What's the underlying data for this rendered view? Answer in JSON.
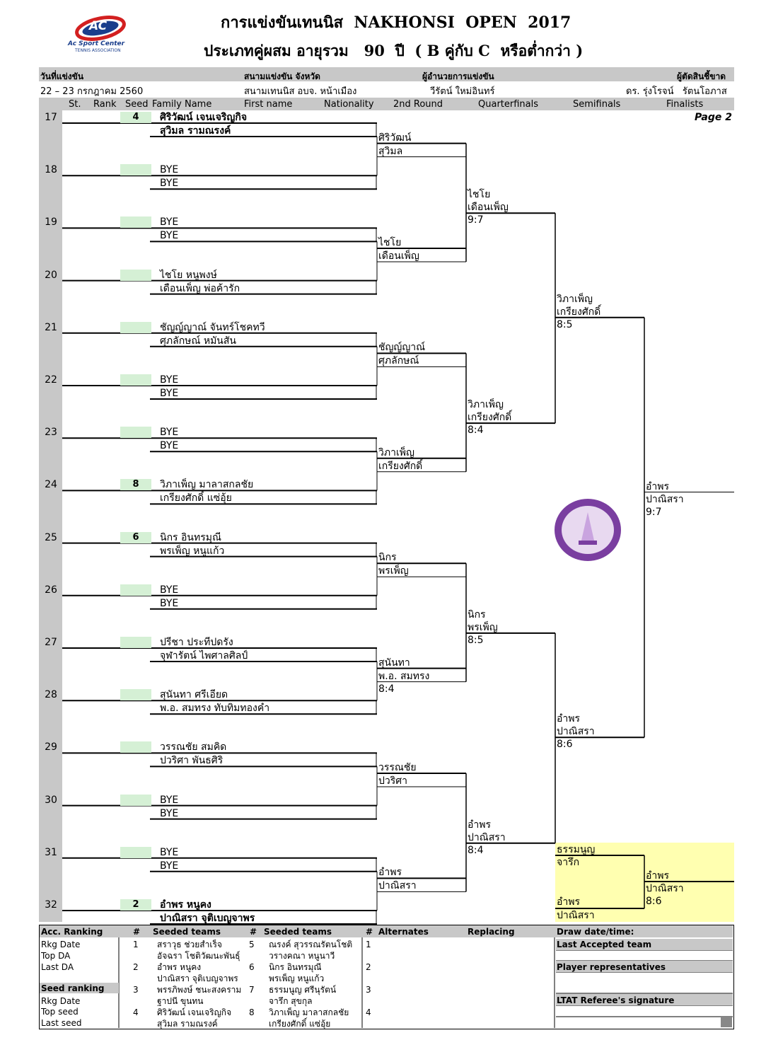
{
  "logo": {
    "mark": "AC",
    "name": "Ac Sport Center",
    "sub": "TENNIS ASSOCIATION"
  },
  "title": {
    "line1": "การแข่งขันเทนนิส  NAKHONSI  OPEN  2017",
    "line2": "ประเภทคู่ผสม อายุรวม   90  ปี  ( B คู่กับ C  หรือต่ำกว่า )"
  },
  "info": {
    "date_label": "วันที่แข่งขัน",
    "date_value": "22 – 23  กรกฎาคม  2560",
    "venue_label": "สนามแข่งขัน จังหวัด",
    "venue_value": "สนามเทนนิส อบจ. หน้าเมือง",
    "director_label": "ผู้อำนวยการแข่งขัน",
    "director_value": "วีรัตน์  ใหม่อินทร์",
    "referee_label": "ผู้ตัดสินชี้ขาด",
    "referee_value": "ดร. รุ่งโรจน์   รัตนโอภาส"
  },
  "columns": {
    "st": "St.",
    "rank": "Rank",
    "seed": "Seed",
    "family": "Family Name",
    "first": "First name",
    "nationality": "Nationality",
    "round2": "2nd Round",
    "qf": "Quarterfinals",
    "sf": "Semifinals",
    "final": "Finalists"
  },
  "page_label": "Page 2",
  "draw": [
    {
      "n": "17",
      "seed": "4",
      "p1": "ศิริวัฒน์  เจนเจริญกิจ",
      "p2": "สุวิมล  รามณรงค์",
      "bold": true
    },
    {
      "n": "18",
      "seed": "",
      "p1": "BYE",
      "p2": "BYE"
    },
    {
      "n": "19",
      "seed": "",
      "p1": "BYE",
      "p2": "BYE"
    },
    {
      "n": "20",
      "seed": "",
      "p1": "ไชโย  หนูพงษ์",
      "p2": "เดือนเพ็ญ  พ่อค้ารัก"
    },
    {
      "n": "21",
      "seed": "",
      "p1": "ชัญญ์ญาณ์   จันทร์โชคทวี",
      "p2": "ศุภลักษณ์  หมันสัน"
    },
    {
      "n": "22",
      "seed": "",
      "p1": "BYE",
      "p2": "BYE"
    },
    {
      "n": "23",
      "seed": "",
      "p1": "BYE",
      "p2": "BYE"
    },
    {
      "n": "24",
      "seed": "8",
      "p1": "วิภาเพ็ญ  มาลาสกลชัย",
      "p2": "เกรียงศักดิ์  แซ่อุ้ย"
    },
    {
      "n": "25",
      "seed": "6",
      "p1": "นิกร   อินทรมุณี",
      "p2": "พรเพ็ญ  หนูแก้ว"
    },
    {
      "n": "26",
      "seed": "",
      "p1": "BYE",
      "p2": "BYE"
    },
    {
      "n": "27",
      "seed": "",
      "p1": "ปรีชา  ประทีปดรัง",
      "p2": "จุฬารัตน์  ไพศาลศิลป์"
    },
    {
      "n": "28",
      "seed": "",
      "p1": "สุนันทา   ศรีเอียด",
      "p2": "พ.อ. สมทรง  ทับทิมทองคำ"
    },
    {
      "n": "29",
      "seed": "",
      "p1": "วรรณชัย  สมคิด",
      "p2": "ปวริศา  พันธศิริ"
    },
    {
      "n": "30",
      "seed": "",
      "p1": "BYE",
      "p2": "BYE"
    },
    {
      "n": "31",
      "seed": "",
      "p1": "BYE",
      "p2": "BYE"
    },
    {
      "n": "32",
      "seed": "2",
      "p1": "อำพร  หนูคง",
      "p2": "ปาณิสรา  จุติเบญจาพร",
      "bold": true
    }
  ],
  "round2": [
    {
      "a": "ศิริวัฒน์",
      "b": "สุวิมล",
      "score": ""
    },
    {
      "a": "ไชโย",
      "b": "เดือนเพ็ญ",
      "score": ""
    },
    {
      "a": "ชัญญ์ญาณ์",
      "b": "ศุภลักษณ์",
      "score": ""
    },
    {
      "a": "วิภาเพ็ญ",
      "b": "เกรียงศักดิ์",
      "score": ""
    },
    {
      "a": "นิกร",
      "b": "พรเพ็ญ",
      "score": ""
    },
    {
      "a": "สุนันทา",
      "b": "พ.อ. สมทรง",
      "score": "8:4"
    },
    {
      "a": "วรรณชัย",
      "b": "ปวริศา",
      "score": ""
    },
    {
      "a": "อำพร",
      "b": "ปาณิสรา",
      "score": ""
    }
  ],
  "quarter": [
    {
      "a": "ไชโย",
      "b": "เดือนเพ็ญ",
      "score": "9:7"
    },
    {
      "a": "วิภาเพ็ญ",
      "b": "เกรียงศักดิ์",
      "score": "8:4"
    },
    {
      "a": "นิกร",
      "b": "พรเพ็ญ",
      "score": "8:5"
    },
    {
      "a": "อำพร",
      "b": "ปาณิสรา",
      "score": "8:4"
    }
  ],
  "semi": [
    {
      "a": "วิภาเพ็ญ",
      "b": "เกรียงศักดิ์",
      "score": "8:5"
    },
    {
      "a": "อำพร",
      "b": "ปาณิสรา",
      "score": "8:6"
    }
  ],
  "final": {
    "a": "อำพร",
    "b": "ปาณิสรา",
    "score": "9:7"
  },
  "third_place": {
    "t1a": "ธรรมนูญ",
    "t1b": "จารึก",
    "t2a": "อำพร",
    "t2b": "ปาณิสรา",
    "wa": "อำพร",
    "wb": "ปาณิสรา",
    "score": "8:6"
  },
  "footer": {
    "acc_ranking": "Acc. Ranking",
    "rkg_date": "Rkg Date",
    "top_da": "Top DA",
    "last_da": "Last DA",
    "seed_ranking": "Seed ranking",
    "rkg_date2": "Rkg Date",
    "top_seed": "Top seed",
    "last_seed": "Last seed",
    "hash": "#",
    "seeded_teams": "Seeded teams",
    "alternates": "Alternates",
    "replacing": "Replacing",
    "seeds": [
      {
        "no": "1",
        "a": "สราวุธ  ช่วยสำเร็จ",
        "b": "อัจฉรา  โชติวัฒนะพันธุ์"
      },
      {
        "no": "2",
        "a": "อำพร  หนูคง",
        "b": "ปาณิสรา  จุติเบญจาพร"
      },
      {
        "no": "3",
        "a": "พรรภิพงษ์  ชนะสงคราม",
        "b": "ฐาปนี  ขุนทน"
      },
      {
        "no": "4",
        "a": "ศิริวัฒน์  เจนเจริญกิจ",
        "b": "สุวิมล  รามณรงค์"
      },
      {
        "no": "5",
        "a": "ณรงค์  สุวรรณรัตนโชติ",
        "b": "วรางคณา  หนูนาวี"
      },
      {
        "no": "6",
        "a": "นิกร  อินทรมุณี",
        "b": "พรเพ็ญ  หนูแก้ว"
      },
      {
        "no": "7",
        "a": "ธรรมนูญ  ศรีนุรัตน์",
        "b": "จารึก  สุขกุล"
      },
      {
        "no": "8",
        "a": "วิภาเพ็ญ  มาลาสกลชัย",
        "b": "เกรียงศักดิ์  แซ่อุ้ย"
      }
    ],
    "alt_nums": [
      "1",
      "2",
      "3",
      "4"
    ],
    "draw_date": "Draw date/time:",
    "last_accepted": "Last Accepted team",
    "player_reps": "Player representatives",
    "ltat_sig": "LTAT Referee's signature"
  }
}
